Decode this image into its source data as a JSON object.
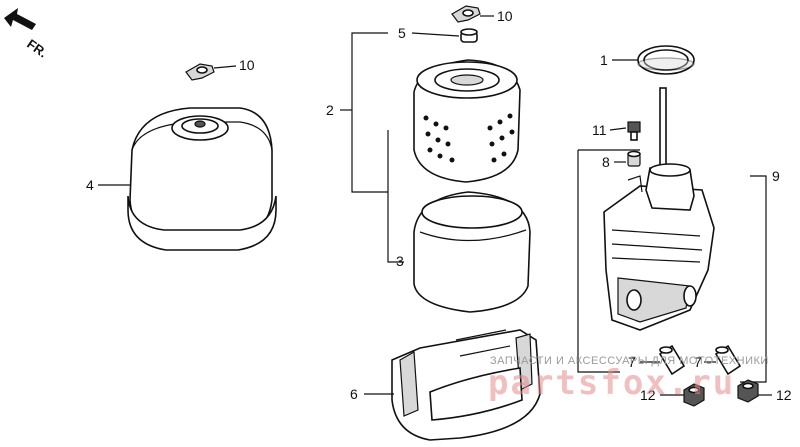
{
  "orientation": {
    "label": "FR."
  },
  "callouts": {
    "c1": "1",
    "c2": "2",
    "c3": "3",
    "c4": "4",
    "c5": "5",
    "c6": "6",
    "c7a": "7",
    "c7b": "7",
    "c8": "8",
    "c9": "9",
    "c10a": "10",
    "c10b": "10",
    "c11": "11",
    "c12a": "12",
    "c12b": "12"
  },
  "watermark": {
    "text": "ЗАПЧАСТИ И АКСЕССУАРЫ ДЛЯ МОТОТЕХНИКИ",
    "brand": "partsfox.ru"
  }
}
